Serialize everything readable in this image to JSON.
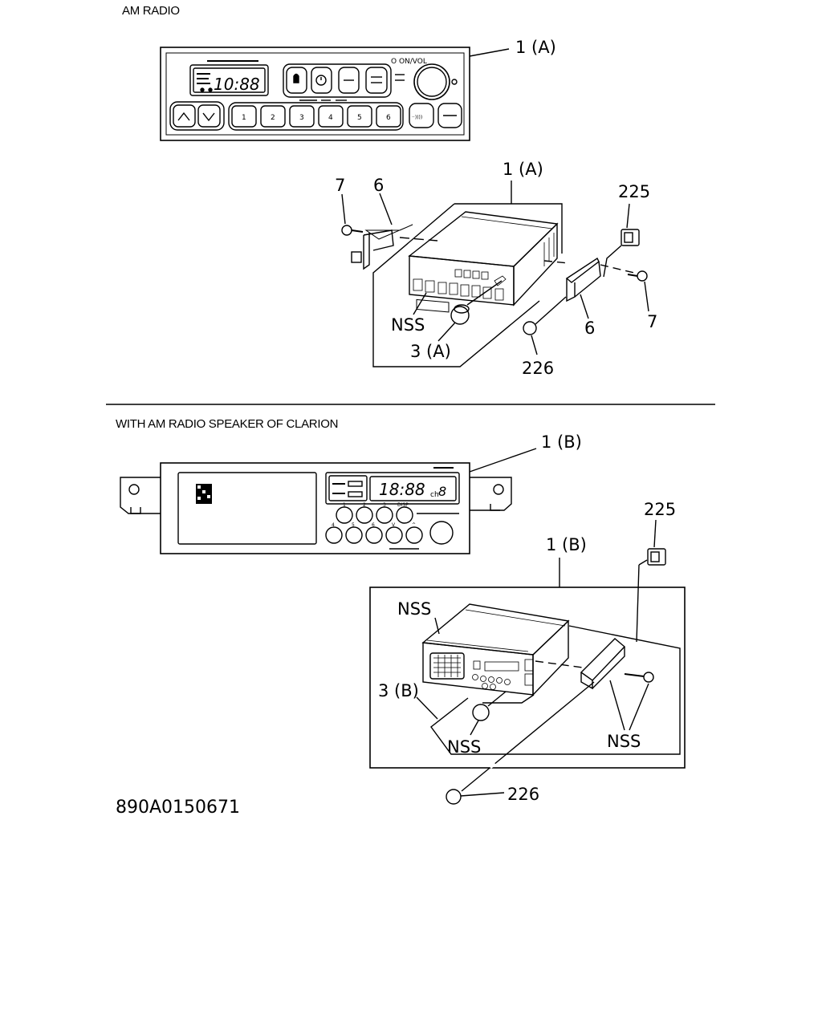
{
  "sections": {
    "top_title": "AM RADIO",
    "bottom_title": "WITH AM RADIO SPEAKER OF CLARION"
  },
  "radio_a": {
    "display": "10:88",
    "power_label": "O ON/VOL",
    "presets": [
      "1",
      "2",
      "3",
      "4",
      "5",
      "6"
    ]
  },
  "radio_b": {
    "display": "18:88",
    "display_suffix": "ch",
    "display_digit": "8",
    "upper_button_labels": [
      "1",
      "2",
      "3",
      "DISP"
    ],
    "lower_button_labels": [
      "4",
      "5",
      "6",
      "V",
      "^"
    ]
  },
  "callouts": {
    "a_front": "1 (A)",
    "a_assembly": "1 (A)",
    "a_screw_left": "7",
    "a_bracket_left": "6",
    "a_clip": "225",
    "a_screw_right": "7",
    "a_bracket_right": "6",
    "a_nss": "NSS",
    "a_knob": "3 (A)",
    "a_bolt": "226",
    "b_front": "1 (B)",
    "b_clip": "225",
    "b_assembly": "1 (B)",
    "b_nss_top": "NSS",
    "b_knob": "3 (B)",
    "b_nss_knob": "NSS",
    "b_nss_screws": "NSS",
    "b_bolt": "226"
  },
  "drawing_code": "890A0150671"
}
